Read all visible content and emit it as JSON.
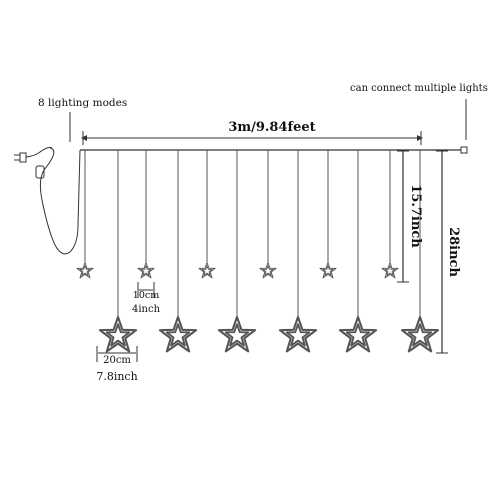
{
  "labels": {
    "modes": "8 lighting modes",
    "connect": "can connect multiple lights",
    "width": "3m/9.84feet",
    "short_drop": "15.7inch",
    "long_drop": "28inch",
    "small_star_cm": "10cm",
    "small_star_in": "4inch",
    "big_star_cm": "20cm",
    "big_star_in": "7.8inch"
  },
  "colors": {
    "line": "#333333",
    "star_stroke": "#555555",
    "text": "#111111"
  }
}
